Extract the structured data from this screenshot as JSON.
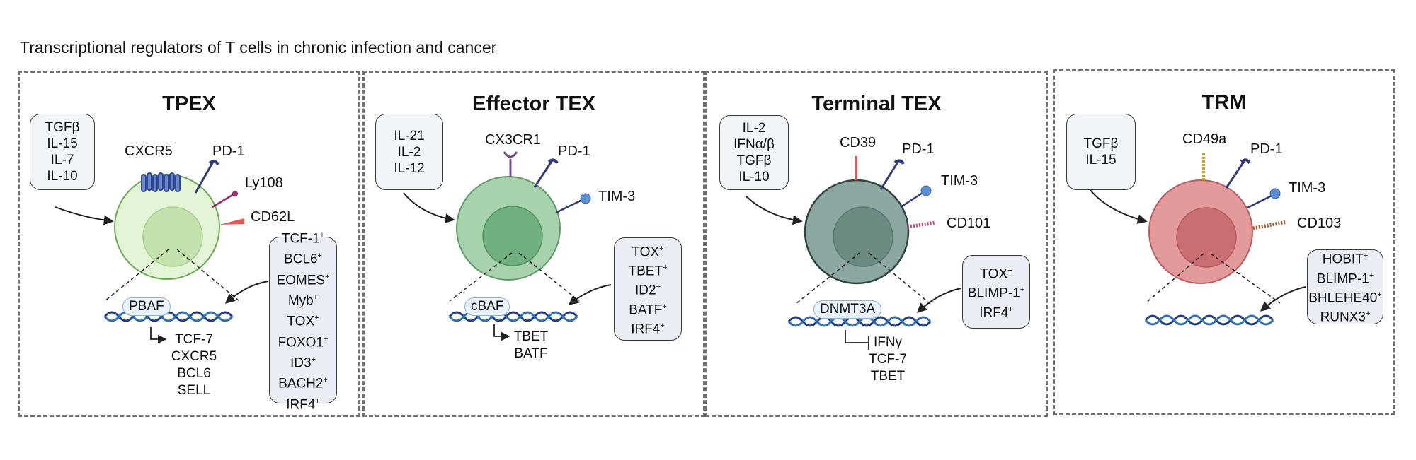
{
  "figure_title": "Transcriptional regulators of T cells in chronic infection and cancer",
  "panels": [
    {
      "title": "TPEX",
      "cytokines": [
        "TGFβ",
        "IL-15",
        "IL-7",
        "IL-10"
      ],
      "receptors": [
        "CXCR5",
        "PD-1",
        "Ly108",
        "CD62L"
      ],
      "chromatin_remodeler": "PBAF",
      "transcription_factors": [
        "TCF-1",
        "BCL6",
        "EOMES",
        "Myb",
        "TOX",
        "FOXO1",
        "ID3",
        "BACH2",
        "IRF4"
      ],
      "tf_superscript": "+",
      "target_regulation": "activates",
      "target_genes": [
        "TCF-7",
        "CXCR5",
        "BCL6",
        "SELL"
      ],
      "cell_color": "#e3f5d6",
      "nucleus_color": "#c3e2ad"
    },
    {
      "title": "Effector TEX",
      "cytokines": [
        "IL-21",
        "IL-2",
        "IL-12"
      ],
      "receptors": [
        "CX3CR1",
        "PD-1",
        "TIM-3"
      ],
      "chromatin_remodeler": "cBAF",
      "transcription_factors": [
        "TOX",
        "TBET",
        "ID2",
        "BATF",
        "IRF4"
      ],
      "tf_superscript": "+",
      "target_regulation": "activates",
      "target_genes": [
        "TBET",
        "BATF"
      ],
      "cell_color": "#a8d2ab",
      "nucleus_color": "#6fb07e"
    },
    {
      "title": "Terminal TEX",
      "cytokines": [
        "IL-2",
        "IFNα/β",
        "TGFβ",
        "IL-10"
      ],
      "receptors": [
        "CD39",
        "PD-1",
        "TIM-3",
        "CD101"
      ],
      "chromatin_remodeler": "DNMT3A",
      "transcription_factors": [
        "TOX",
        "BLIMP-1",
        "IRF4"
      ],
      "tf_superscript": "+",
      "target_regulation": "represses",
      "target_genes": [
        "IFNγ",
        "TCF-7",
        "TBET"
      ],
      "cell_color": "#8ba79f",
      "nucleus_color": "#6b8a80"
    },
    {
      "title": "TRM",
      "cytokines": [
        "TGFβ",
        "IL-15"
      ],
      "receptors": [
        "CD49a",
        "PD-1",
        "TIM-3",
        "CD103"
      ],
      "chromatin_remodeler": "",
      "transcription_factors": [
        "HOBIT",
        "BLIMP-1",
        "BHLEHE40",
        "RUNX3"
      ],
      "tf_superscript": "+",
      "target_regulation": "",
      "target_genes": [],
      "cell_color": "#e39a9a",
      "nucleus_color": "#c96f72"
    }
  ]
}
